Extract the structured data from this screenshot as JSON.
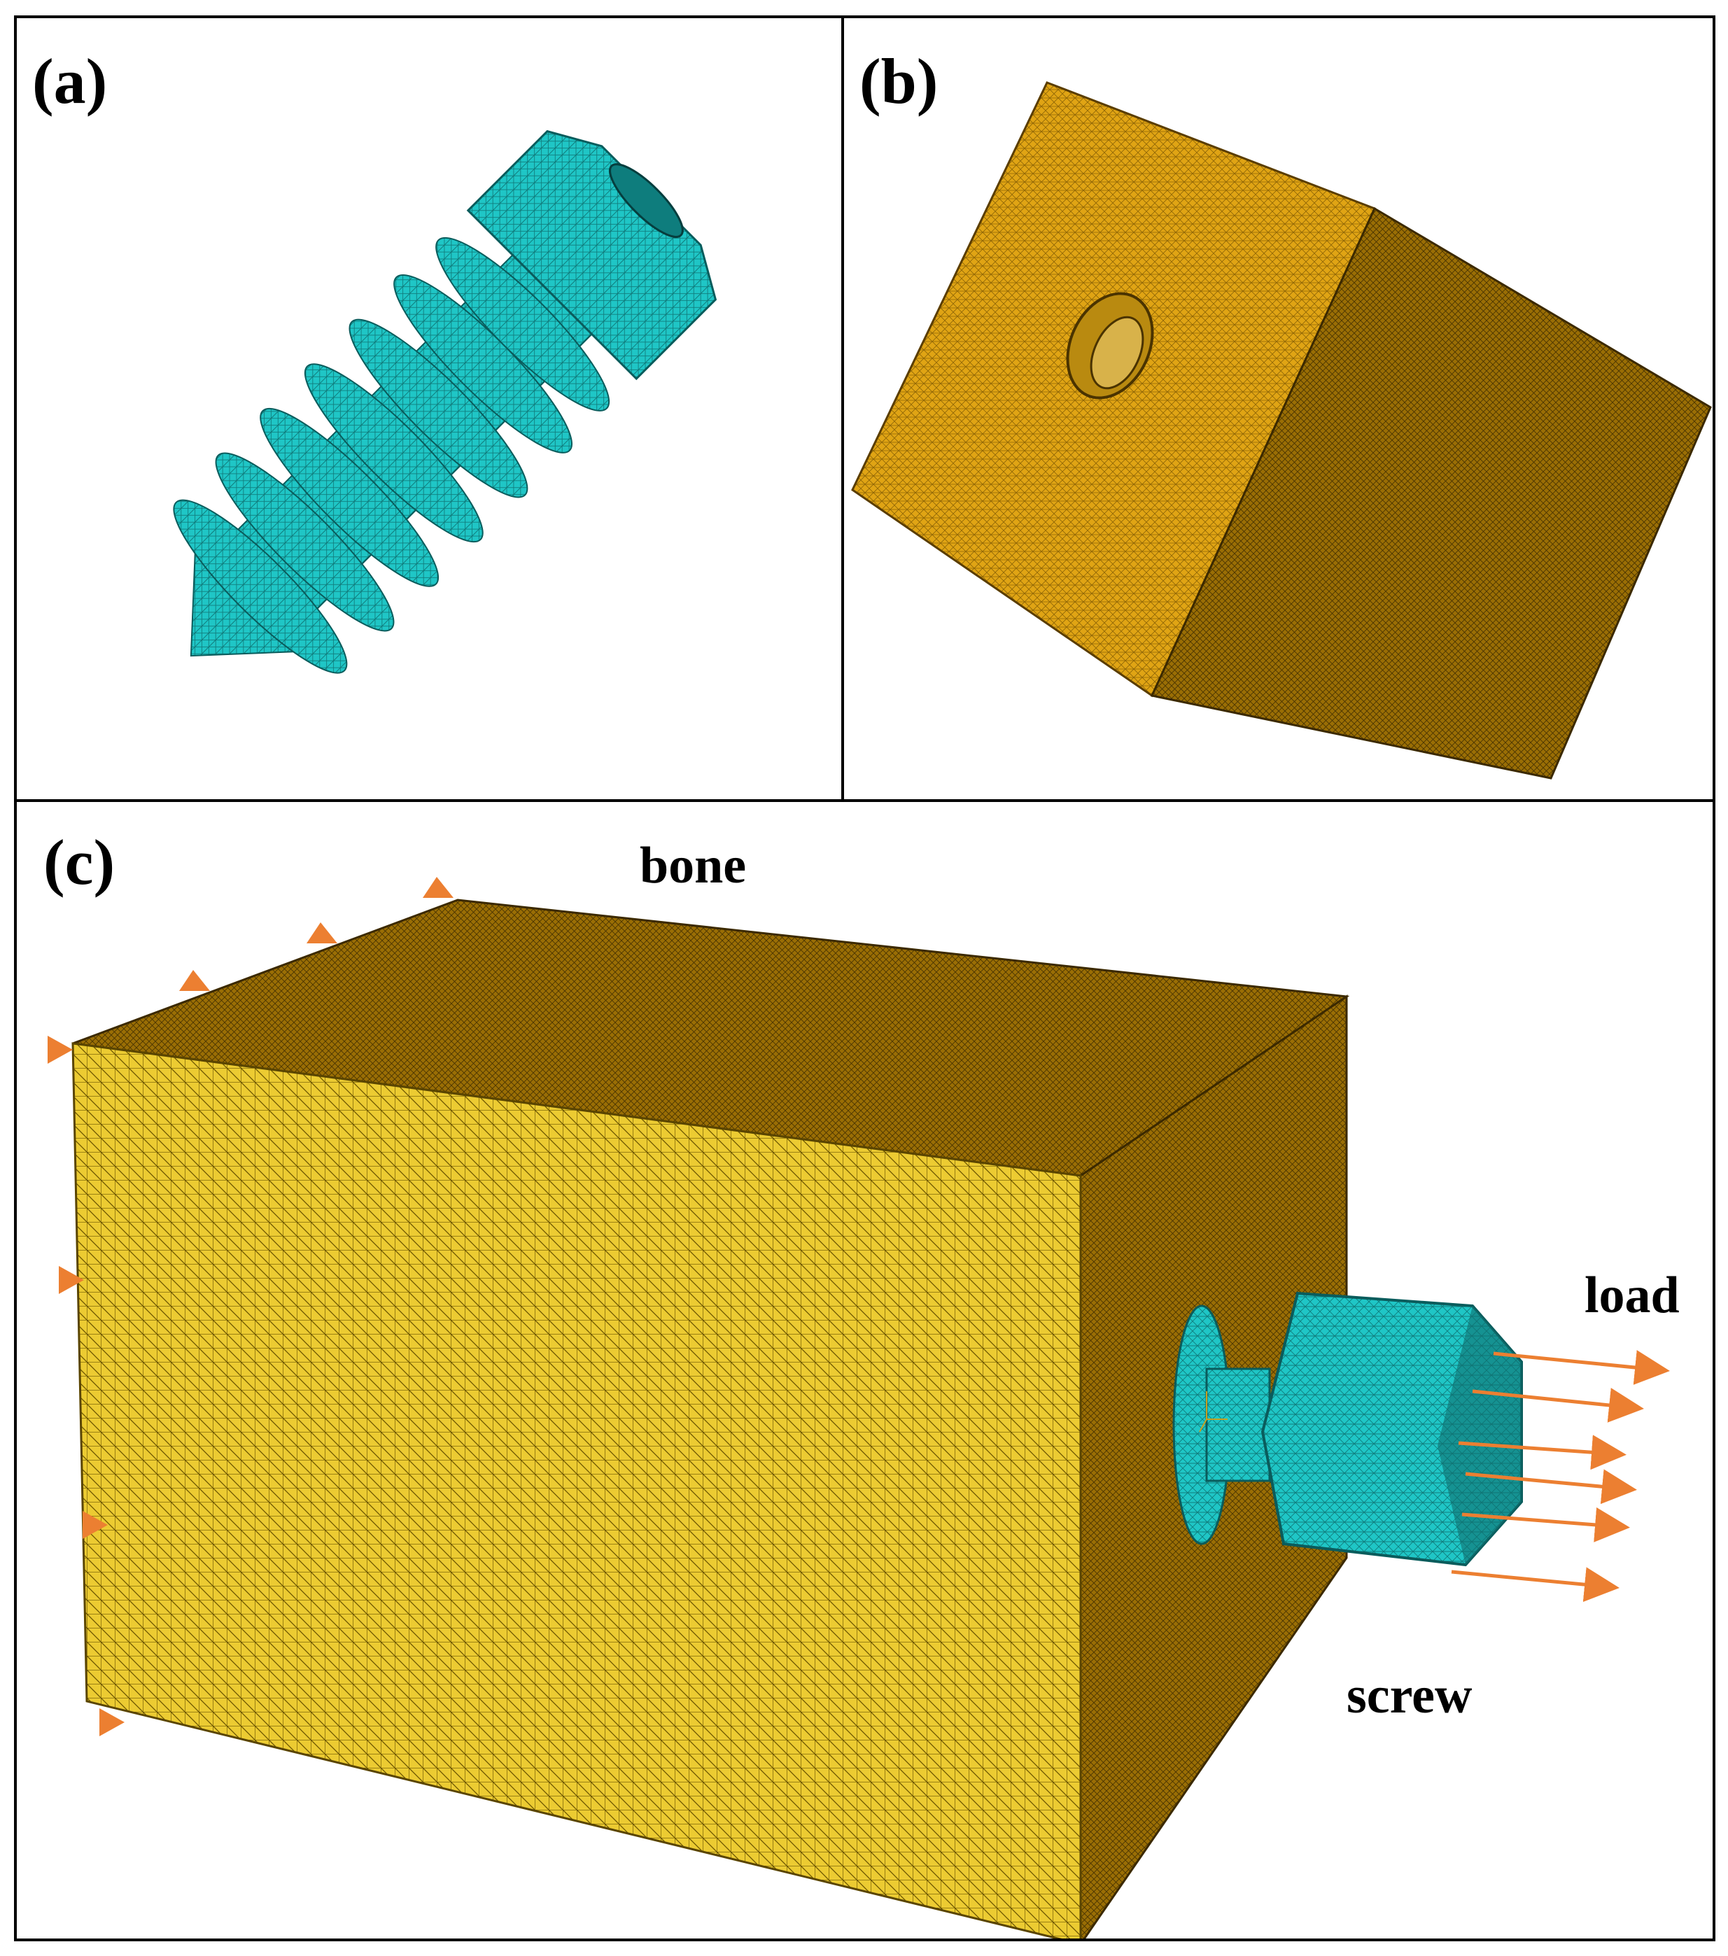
{
  "panels": {
    "a": {
      "label": "(a)"
    },
    "b": {
      "label": "(b)"
    },
    "c": {
      "label": "(c)",
      "bone_label": "bone",
      "load_label": "load",
      "screw_label": "screw"
    }
  },
  "colors": {
    "screw": "#1fc6c6",
    "bone_face": "#e9c630",
    "bone_dark": "#8a6200",
    "bone_gold": "#d99c10",
    "arrow": "#ec7f31",
    "border": "#000000"
  }
}
